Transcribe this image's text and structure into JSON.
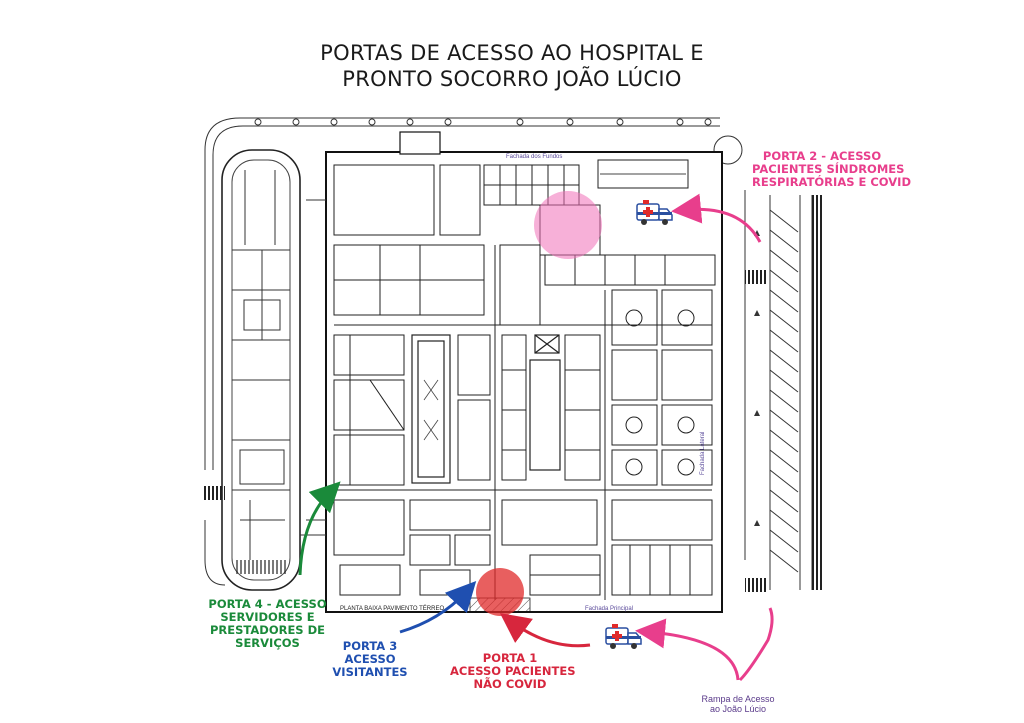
{
  "title": {
    "line1": "PORTAS DE ACESSO AO HOSPITAL E",
    "line2": "PRONTO SOCORRO JOÃO LÚCIO"
  },
  "doors": {
    "porta1": {
      "line1": "PORTA 1",
      "line2": "ACESSO PACIENTES",
      "line3": "NÃO COVID",
      "color": "#d7263d"
    },
    "porta2": {
      "line1": "PORTA 2 - ACESSO",
      "line2": "PACIENTES SÍNDROMES",
      "line3": "RESPIRATÓRIAS E COVID",
      "color": "#e83e8c"
    },
    "porta3": {
      "line1": "PORTA 3",
      "line2": "ACESSO",
      "line3": "VISITANTES",
      "color": "#1f4fb0"
    },
    "porta4": {
      "line1": "PORTA 4 - ACESSO",
      "line2": "SERVIDORES E",
      "line3": "PRESTADORES DE",
      "line4": "SERVIÇOS",
      "color": "#1a8a3a"
    }
  },
  "plan_labels": {
    "fundos": "Fachada dos Fundos",
    "principal": "Fachada Principal",
    "lateral": "Fachada Lateral",
    "planta": "PLANTA BAIXA PAVIMENTO TÉRREO"
  },
  "ramp": {
    "line1": "Rampa de Acesso",
    "line2": "ao João Lúcio"
  },
  "icons": [
    "ambulance-icon",
    "ambulance-icon"
  ],
  "highlight_colors": {
    "covid_zone": "#f06fb8",
    "non_covid_zone": "#e02a2a"
  }
}
